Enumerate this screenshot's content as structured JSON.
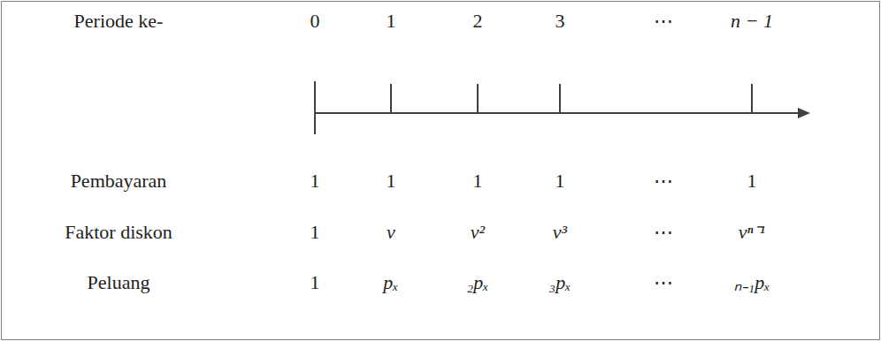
{
  "diagram": {
    "labels": [
      "Periode ke-",
      "0",
      "1",
      "2",
      "3",
      "⋯",
      "n − 1",
      "Pembayaran",
      "1",
      "1",
      "1",
      "1",
      "⋯",
      "1",
      "Faktor diskon",
      "1",
      "v",
      "v²",
      "v³",
      "⋯",
      "vⁿ⁻¹",
      "Peluang",
      "1",
      "pₓ",
      "₂pₓ",
      "₃pₓ",
      "⋯",
      "ₙ₋₁pₓ"
    ]
  }
}
